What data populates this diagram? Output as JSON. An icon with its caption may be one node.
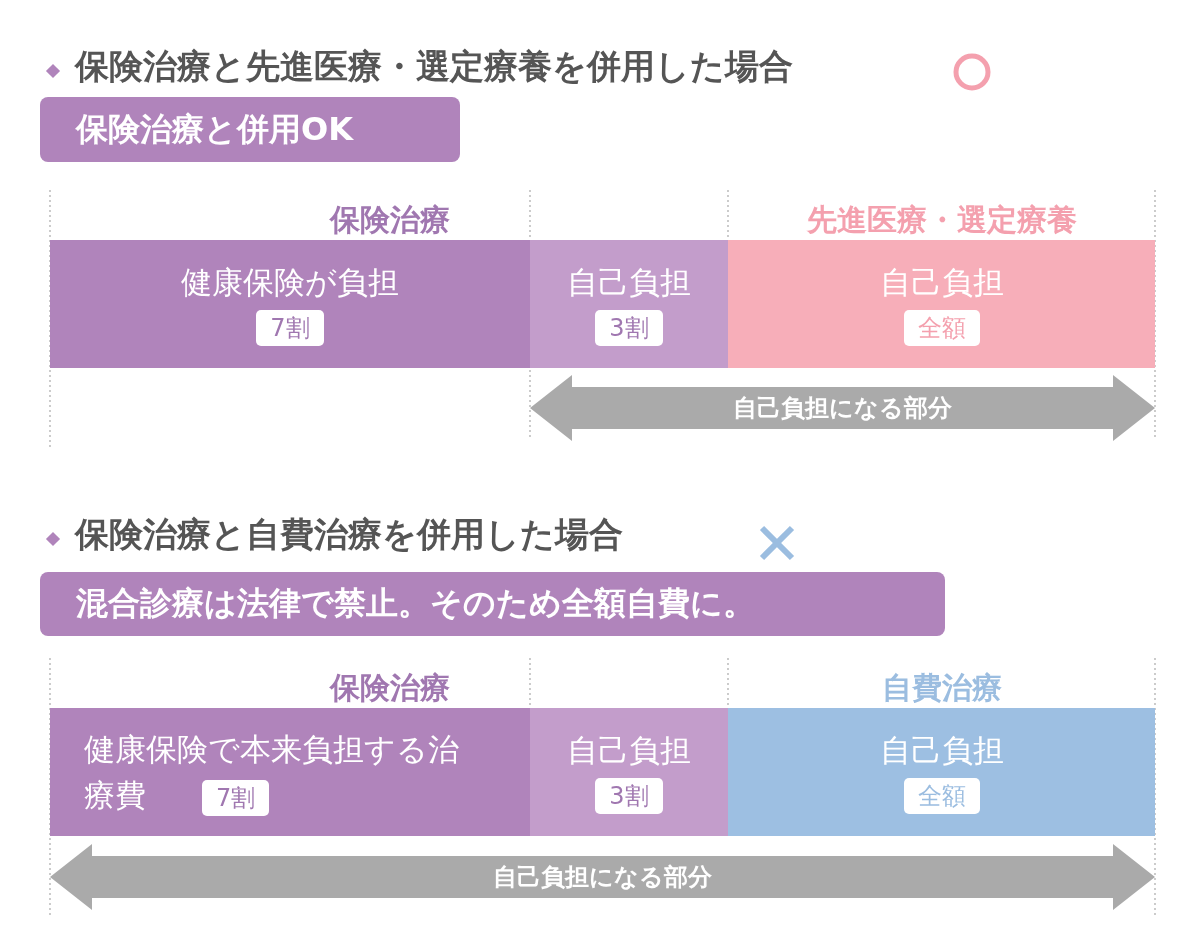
{
  "diagram": {
    "nodes": [
      {
        "text": [
          "保険治療と併用OK"
        ]
      },
      {
        "text": [
          "健康保険が負担",
          "7割"
        ]
      },
      {
        "text": [
          "自己負担",
          "3割"
        ]
      },
      {
        "text": [
          "自己負担",
          "全額"
        ]
      },
      {
        "text": [
          "混合診療は法律で禁止。そのため全額自費に。"
        ]
      },
      {
        "text": [
          "健康保険で本来負担する治療費",
          "7割"
        ]
      },
      {
        "text": [
          "自己負担",
          "3割"
        ]
      },
      {
        "text": [
          "自己負担",
          "全額"
        ]
      }
    ],
    "edges": [],
    "labels": [
      "保険治療と先進医療・選定療養を併用した場合",
      "保険治療",
      "先進医療・選定療養",
      "自己負担になる部分",
      "保険治療と自費治療を併用した場合",
      "保険治療",
      "自費治療",
      "自己負担になる部分"
    ]
  }
}
